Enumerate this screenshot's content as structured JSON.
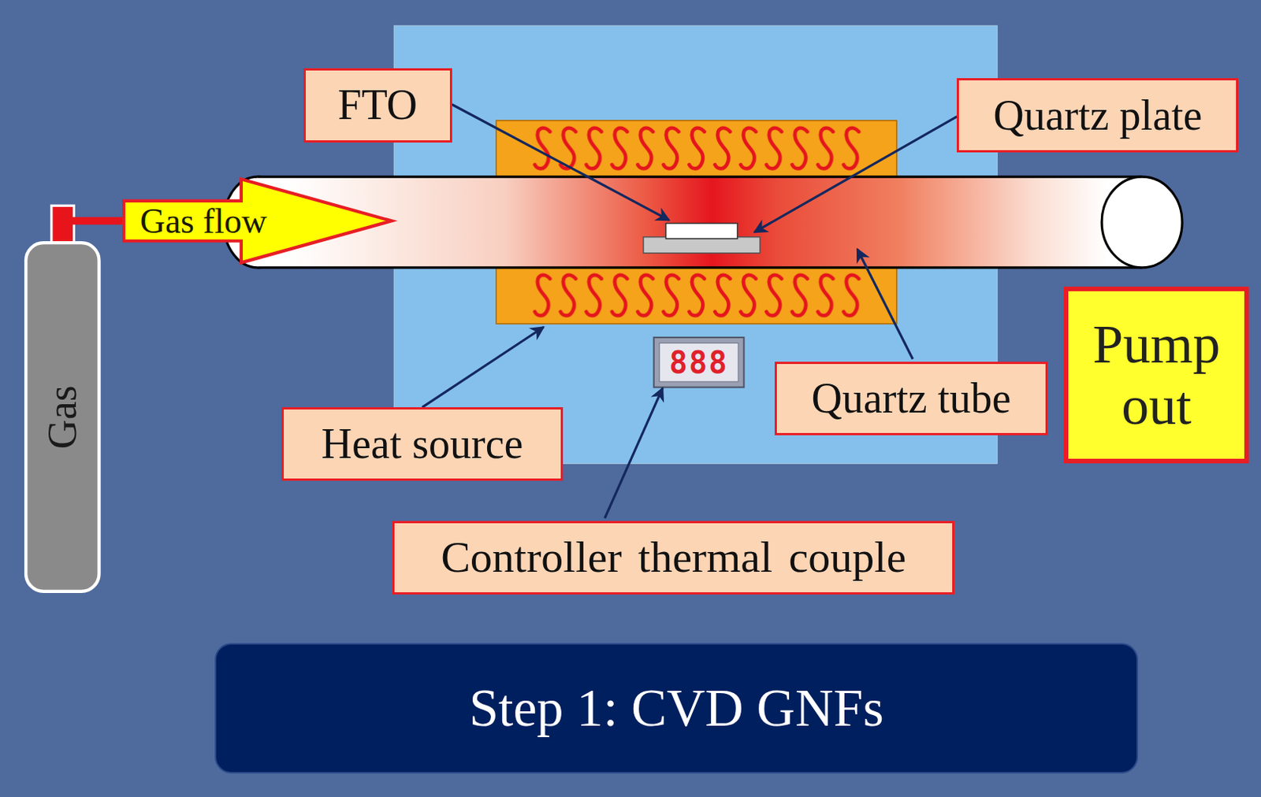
{
  "diagram": {
    "nodes": [
      {
        "text": [
          "FTO"
        ]
      },
      {
        "text": [
          "Quartz plate"
        ]
      },
      {
        "text": [
          "Gas flow"
        ]
      },
      {
        "text": [
          "Gas"
        ]
      },
      {
        "text": [
          "Pump out"
        ]
      },
      {
        "text": [
          "Quartz tube"
        ]
      },
      {
        "text": [
          "Heat source"
        ]
      },
      {
        "text": [
          "Controller thermal couple"
        ]
      },
      {
        "text": [
          "Step 1: CVD GNFs"
        ]
      }
    ],
    "edges": [
      {
        "from": 3,
        "to": 2,
        "arrow": "none"
      }
    ],
    "labels": [
      "888"
    ]
  }
}
